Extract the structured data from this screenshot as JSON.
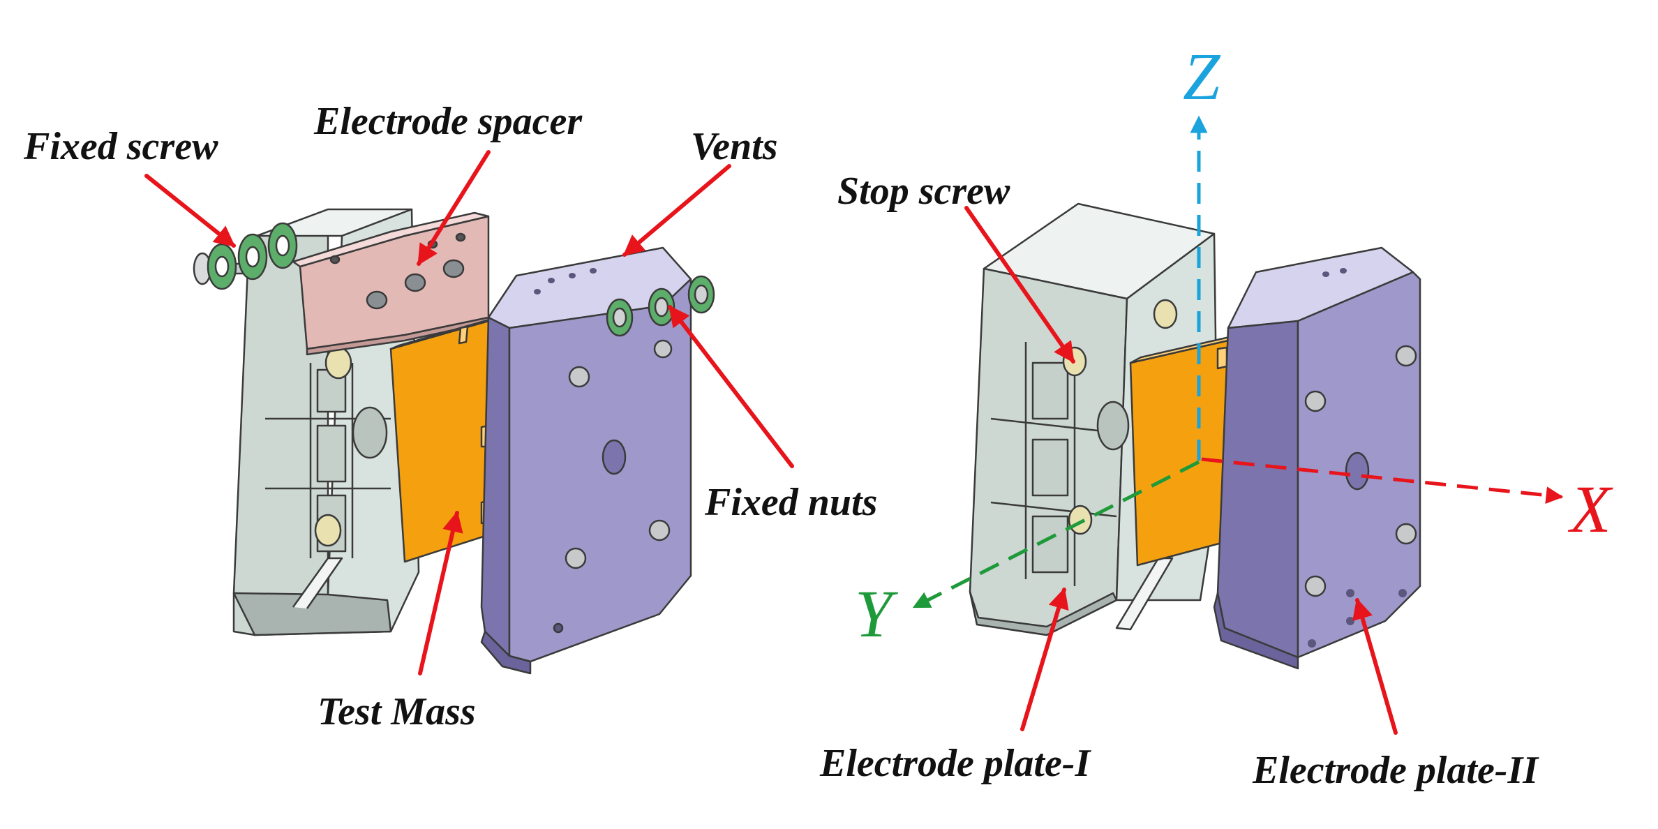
{
  "labels": {
    "fixed_screw": "Fixed screw",
    "electrode_spacer": "Electrode spacer",
    "vents": "Vents",
    "fixed_nuts": "Fixed nuts",
    "test_mass": "Test Mass",
    "stop_screw": "Stop screw",
    "electrode_plate_1": "Electrode plate-I",
    "electrode_plate_2": "Electrode plate-II"
  },
  "axes": {
    "x": "X",
    "y": "Y",
    "z": "Z"
  },
  "colors": {
    "annotation_arrow": "#e8141b",
    "axis_x": "#e8141b",
    "axis_y": "#1f9a3a",
    "axis_z": "#1aa3dc",
    "electrode_plate_1": "#d8e2de",
    "electrode_plate_2": "#9f98cb",
    "electrode_spacer": "#e8c0bd",
    "test_mass": "#f5a10f",
    "washer": "#5cae6a"
  }
}
